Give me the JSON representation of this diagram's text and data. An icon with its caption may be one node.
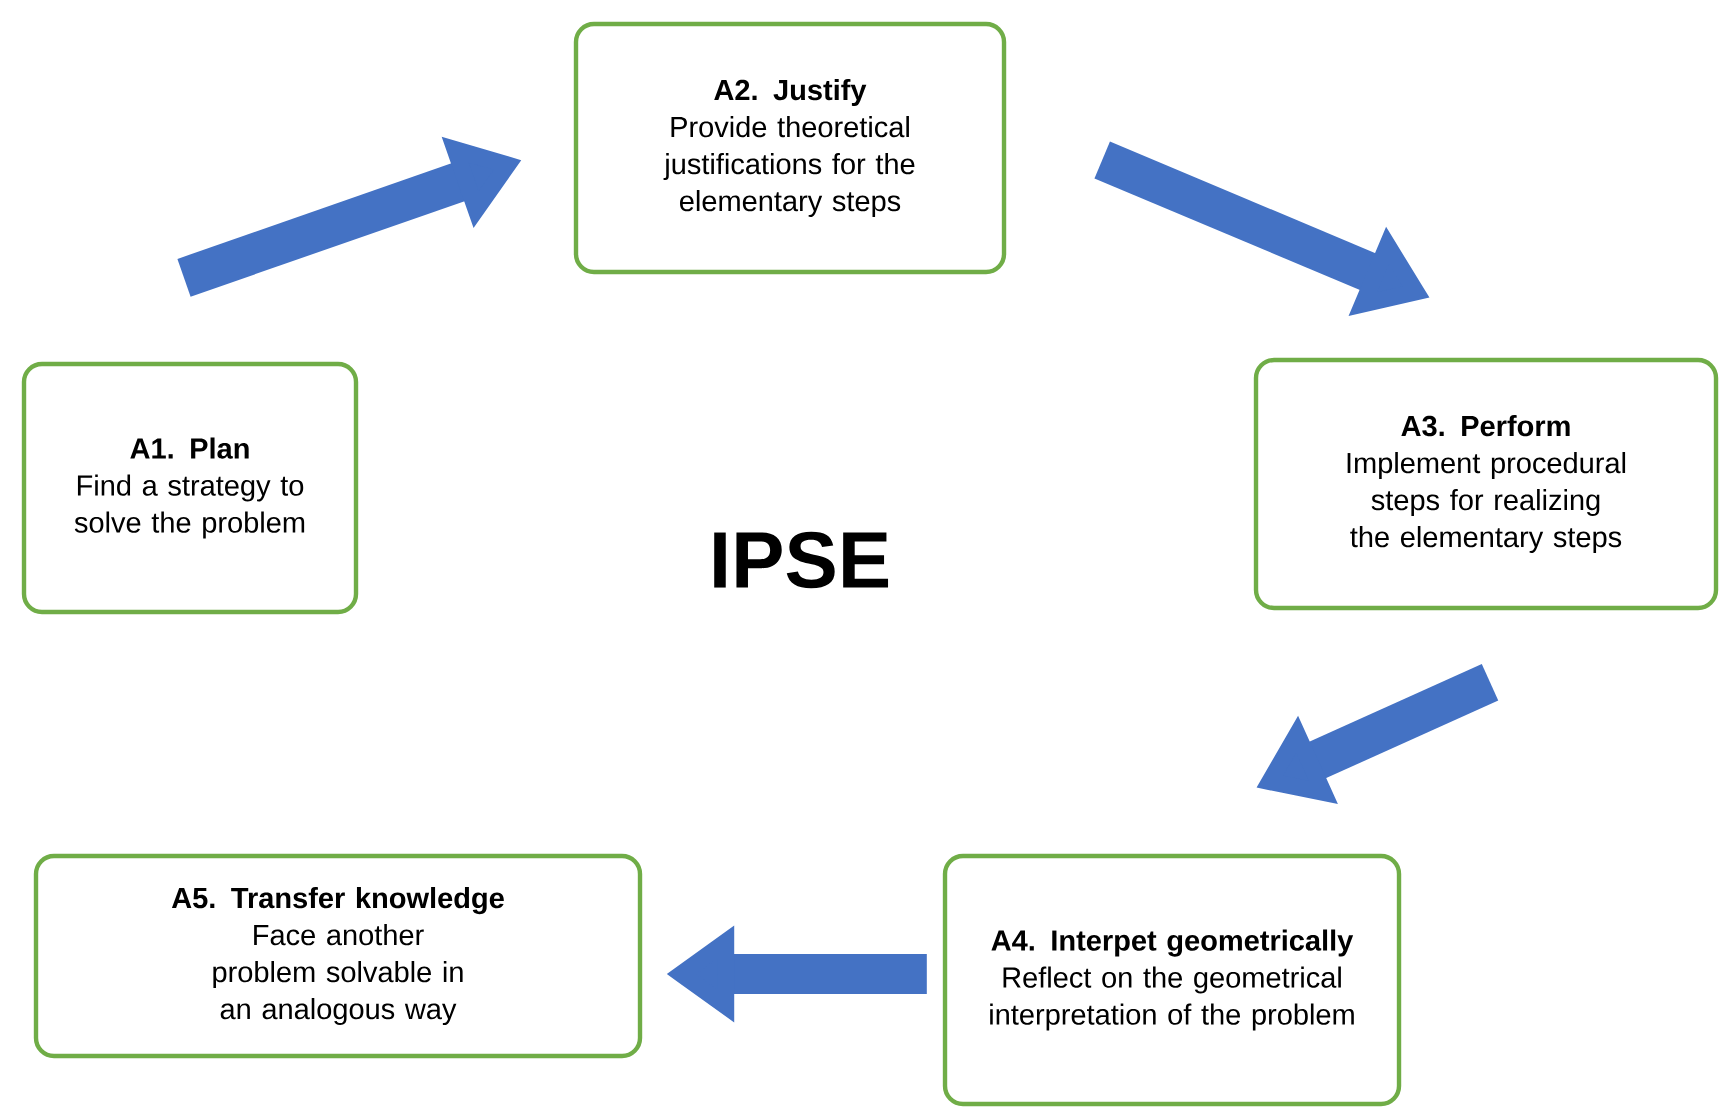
{
  "diagram": {
    "nodes": [
      {
        "text": [
          "A1. Plan",
          "Find a strategy to solve the problem"
        ]
      },
      {
        "text": [
          "A2. Justify",
          "Provide theoretical justifications for the elementary steps"
        ]
      },
      {
        "text": [
          "A3. Perform",
          "Implement procedural steps for realizing the elementary steps"
        ]
      },
      {
        "text": [
          "A4. Interpet geometrically",
          "Reflect on the geometrical interpretation of the problem"
        ]
      },
      {
        "text": [
          "A5. Transfer knowledge",
          "Face another problem solvable in an analogous way"
        ]
      }
    ],
    "edges": [
      {
        "from": 0,
        "to": 1,
        "arrow": "to"
      },
      {
        "from": 1,
        "to": 2,
        "arrow": "to"
      },
      {
        "from": 2,
        "to": 3,
        "arrow": "to"
      },
      {
        "from": 3,
        "to": 4,
        "arrow": "to"
      }
    ],
    "labels": [
      "IPSE"
    ]
  }
}
